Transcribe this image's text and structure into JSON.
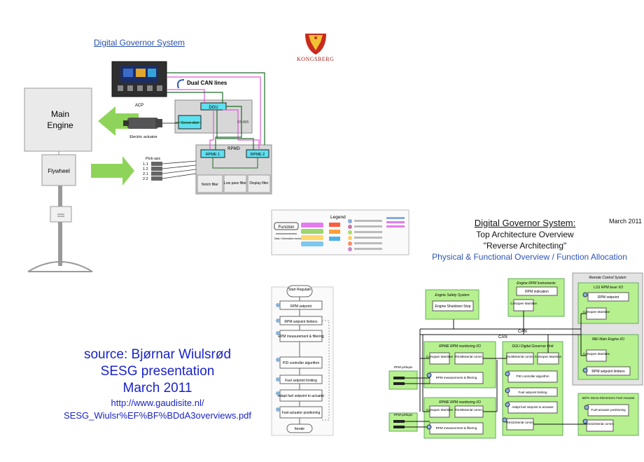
{
  "left_diagram": {
    "title": "Digital Governor System",
    "main_engine_label": [
      "Main",
      "Engine"
    ],
    "flywheel_label": "Flywheel",
    "acp_label": "ACP",
    "dual_can_label": "Dual CAN lines",
    "dgu_label": "DGU",
    "rs485_label": "RS485",
    "servo_label": "Servo dict",
    "electric_actuator_label": "Electric actuator",
    "rpmd_label": "RPMD",
    "rpme1_label": "RPME 1",
    "rpme2_label": "RPME 2",
    "pickups_label": "Pick-ups",
    "pickup_ids": [
      "1.1",
      "1.2",
      "2.1",
      "2.2"
    ],
    "filters": [
      "Notch filter",
      "Low pass filter",
      "Display filter"
    ]
  },
  "logo": {
    "text": "KONGSBERG",
    "color": "#a3201a"
  },
  "source": {
    "line1": "source: Bjørnar Wiulsrød",
    "line2": "SESG presentation",
    "line3": "March 2011",
    "url1": "http://www.gaudisite.nl/",
    "url2": "SESG_Wiulsr%EF%BF%BDdA3overviews.pdf"
  },
  "right": {
    "title1": "Digital Governor System:",
    "title2": "Top Architecture Overview",
    "title3": "\"Reverse Architecting\"",
    "title4": "Physical & Functional Overview / Function Allocation",
    "date": "March 2011"
  },
  "legend": {
    "title": "Legend",
    "function_label": "Function",
    "flow_caption": "Data / information exchange"
  },
  "flowchart": {
    "start_label": "Start Regulate",
    "steps": [
      "RPM setpoint",
      "RPM setpoint limiters",
      "RPM measurement & filtering",
      "PID controller algorithm",
      "Fuel setpoint limiting",
      "Adapt fuel setpoint to actuator",
      "Fuel-actuator positioning"
    ],
    "end_label": "Iterate"
  },
  "architecture": {
    "engine_safety_title": "Engine Safety System",
    "engine_shutdown": "Engine Shutdown Stop",
    "engine_rpm_title": "Engine RPM Instruments",
    "rpm_indication": "RPM indication",
    "canopen_maritime": "CANopen Maritime",
    "remote_control_title": "Remote Control System",
    "lss_title": "LSS RPM lever I/O",
    "mei_title": "MEI Main Engine I/O",
    "rpm_setpoint": "RPM setpoint",
    "rpm_setpoint_limiters": "RPM setpoint limiters",
    "can_label": "CAN",
    "rpme1_title": "RPME RPM monitoring I/O",
    "rpme2_title": "RPME RPM monitoring I/O",
    "rs485_comm": "RS485Serial comm.",
    "rpm_meas": "RPM measurement & filtering",
    "dgu_title": "DGU Digital Governor Unit",
    "pid": "PID controller algorithm",
    "fuel_limiting": "Fuel setpoint limiting",
    "adapt_fuel": "Adapt fuel setpoint to actuator",
    "rs422_comm": "RS422Serial comm.",
    "sefa_title": "SEFA Servo-Electronics Fuel Actuator",
    "fuel_actuator_pos": "Fuel-actuator positioning",
    "rpm_pickups": "RPM-pickups"
  }
}
